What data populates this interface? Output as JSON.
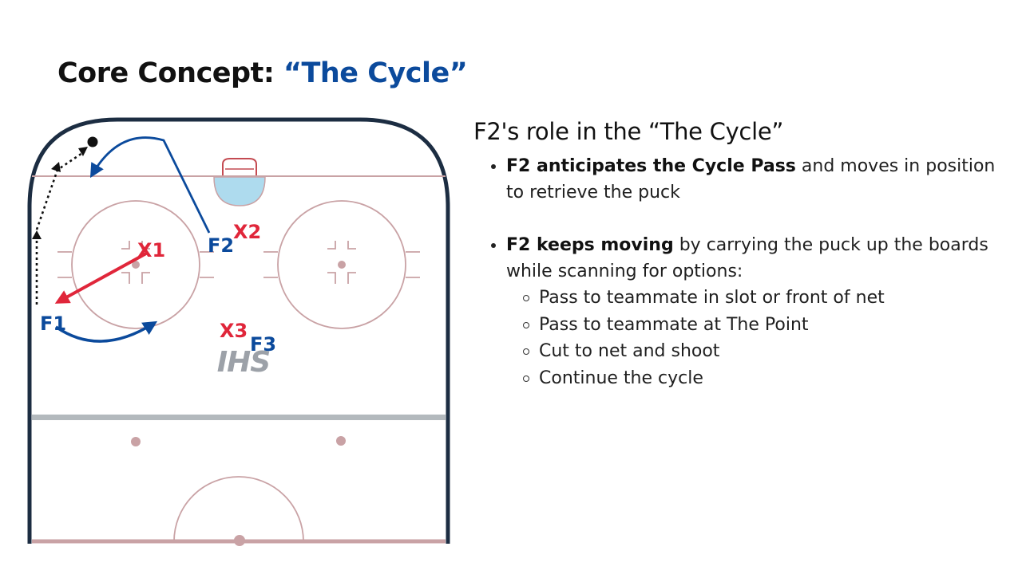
{
  "slide": {
    "title_prefix": "Core Concept: ",
    "title_highlight": "“The Cycle”"
  },
  "diagram": {
    "players": {
      "x1": "X1",
      "x2": "X2",
      "x3": "X3",
      "f1": "F1",
      "f2": "F2",
      "f3": "F3"
    },
    "logo": "IHS",
    "colors": {
      "offense": "#0b4a9c",
      "defense": "#e0263a",
      "boards": "#1c2d42",
      "rink_lines": "#c9a2a5",
      "crease": "#aedbee",
      "logo": "#9ca1a8"
    }
  },
  "panel": {
    "heading": "F2's role in the “The Cycle”",
    "bullet1": {
      "bold": "F2 anticipates the Cycle Pass",
      "rest": " and moves in position to retrieve the puck"
    },
    "bullet2": {
      "bold": "F2 keeps moving",
      "rest": " by carrying the puck up the boards while scanning for options:"
    },
    "options": [
      "Pass to teammate in slot or front of net",
      "Pass to teammate at The Point",
      "Cut to net and shoot",
      "Continue the cycle"
    ]
  }
}
